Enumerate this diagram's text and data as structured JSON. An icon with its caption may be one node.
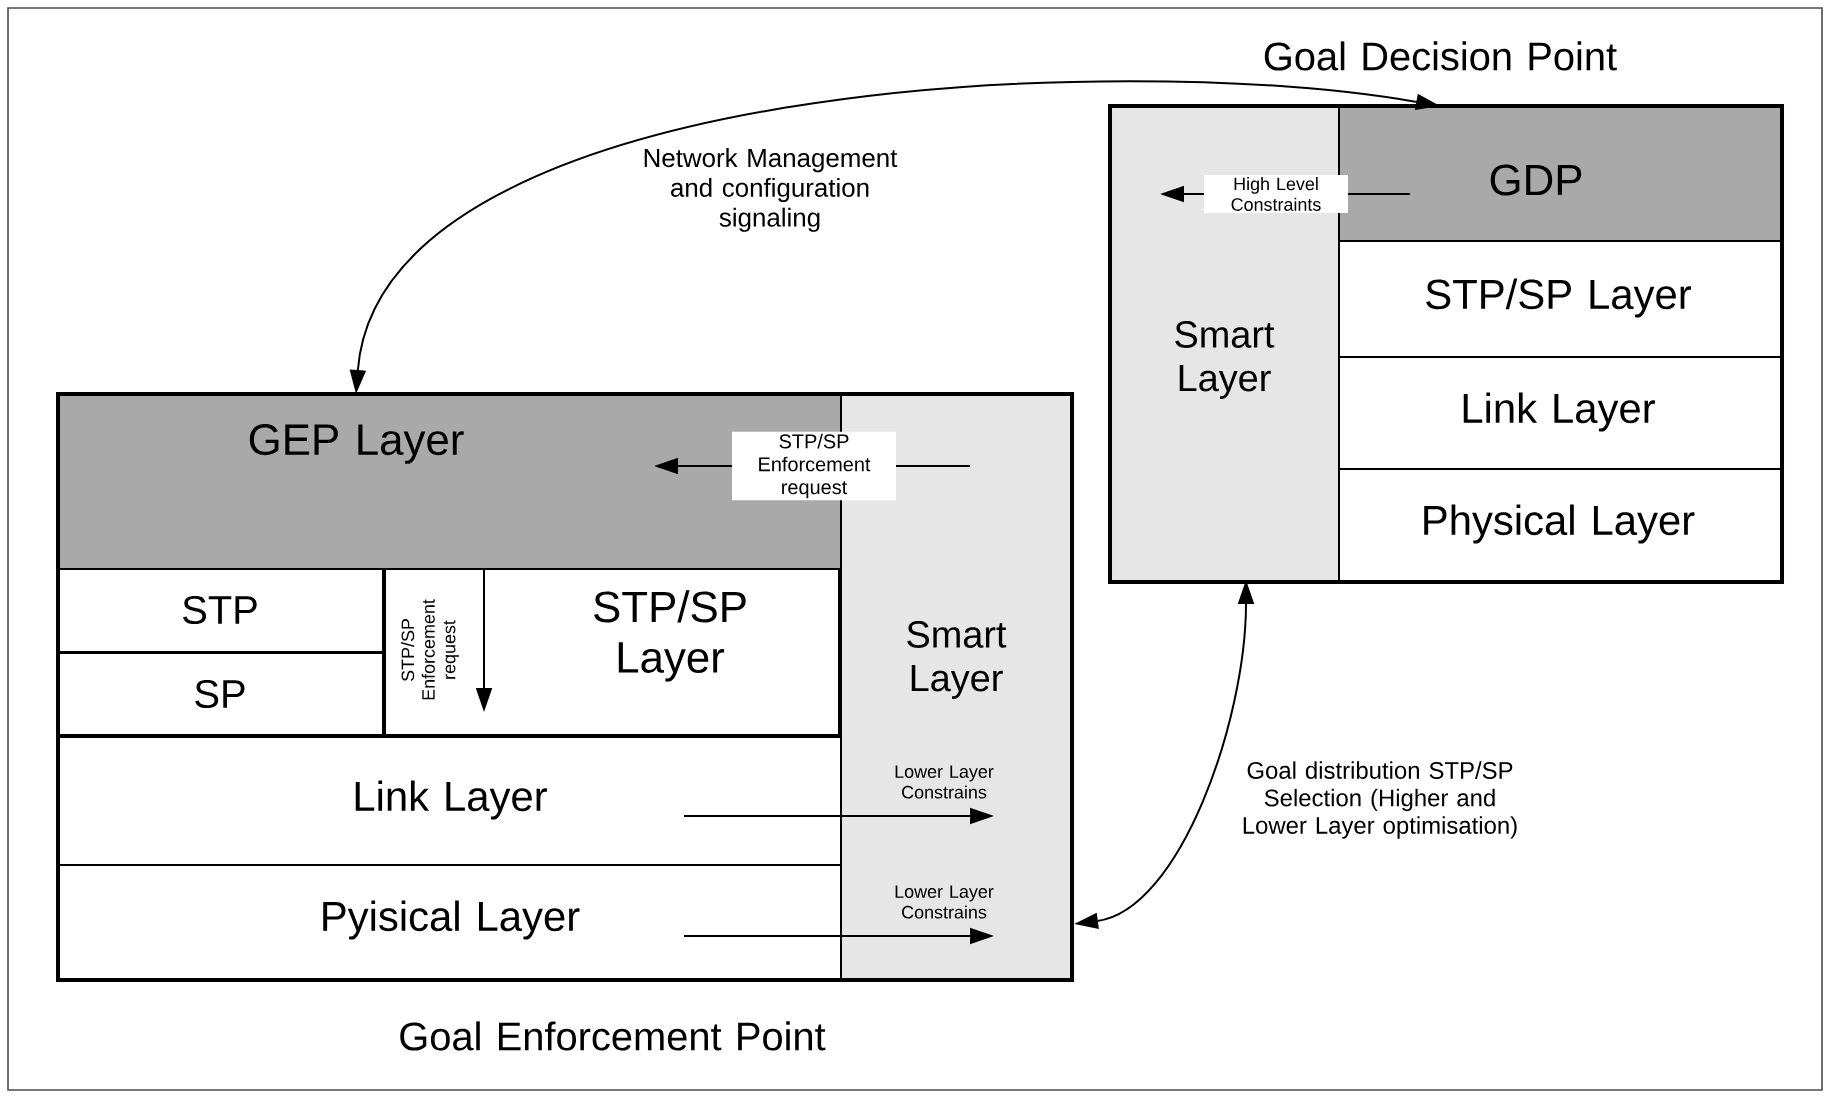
{
  "diagram": {
    "nodes": [
      {
        "text": [
          "Goal Enforcement Point"
        ]
      },
      {
        "text": [
          "GEP Layer"
        ],
        "in": 0
      },
      {
        "text": [
          "STP"
        ],
        "in": 0
      },
      {
        "text": [
          "SP"
        ],
        "in": 0
      },
      {
        "text": [
          "STP/SP Layer"
        ],
        "in": 0
      },
      {
        "text": [
          "Link Layer"
        ],
        "in": 0
      },
      {
        "text": [
          "Pyisical Layer"
        ],
        "in": 0
      },
      {
        "text": [
          "Smart Layer"
        ],
        "in": 0
      },
      {
        "text": [
          "Goal Decision Point"
        ]
      },
      {
        "text": [
          "Smart Layer"
        ],
        "in": 8
      },
      {
        "text": [
          "GDP"
        ],
        "in": 8
      },
      {
        "text": [
          "STP/SP Layer"
        ],
        "in": 8
      },
      {
        "text": [
          "Link Layer"
        ],
        "in": 8
      },
      {
        "text": [
          "Physical Layer"
        ],
        "in": 8
      }
    ],
    "edges": [
      {
        "from": 10,
        "to": 1,
        "arrow": "both",
        "label": "Network Management and configuration signaling"
      },
      {
        "from": 7,
        "to": 1,
        "arrow": "to",
        "label": "STP/SP Enforcement request"
      },
      {
        "from": 1,
        "to": 4,
        "arrow": "to",
        "label": "STP/SP Enforcement request"
      },
      {
        "from": 5,
        "to": 7,
        "arrow": "to",
        "label": "Lower Layer Constrains"
      },
      {
        "from": 6,
        "to": 7,
        "arrow": "to",
        "label": "Lower Layer Constrains"
      },
      {
        "from": 10,
        "to": 9,
        "arrow": "to",
        "label": "High Level Constraints"
      },
      {
        "from": 9,
        "to": 7,
        "arrow": "both",
        "label": "Goal distribution STP/SP Selection (Higher and Lower Layer optimisation)"
      }
    ]
  }
}
